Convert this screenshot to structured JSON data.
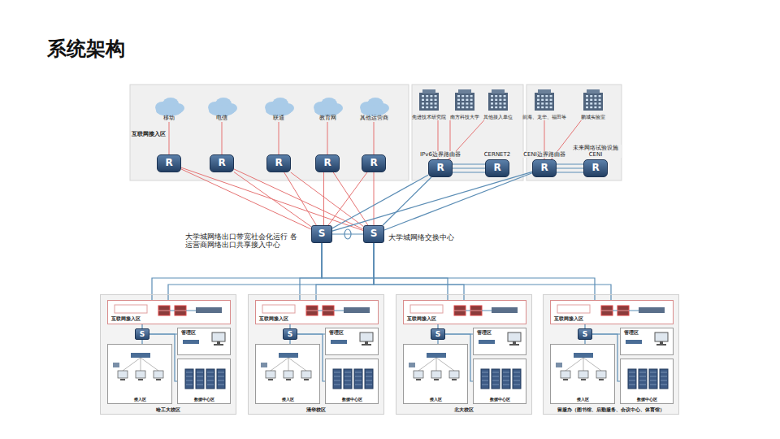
{
  "diagram": {
    "title": "系统架构",
    "nodes": [
      {
        "text": [
          "移动"
        ]
      },
      {
        "text": [
          "电信"
        ]
      },
      {
        "text": [
          "联通"
        ]
      },
      {
        "text": [
          "教育网"
        ]
      },
      {
        "text": [
          "其他运营商"
        ]
      },
      {
        "text": [
          "R"
        ]
      },
      {
        "text": [
          "R"
        ]
      },
      {
        "text": [
          "R"
        ]
      },
      {
        "text": [
          "R"
        ]
      },
      {
        "text": [
          "R"
        ]
      },
      {
        "text": [
          "先进技术研究院"
        ]
      },
      {
        "text": [
          "南方科技大学"
        ]
      },
      {
        "text": [
          "其他接入单位"
        ]
      },
      {
        "text": [
          "IPv6边界路由器",
          "R"
        ]
      },
      {
        "text": [
          "CERNET2",
          "R"
        ]
      },
      {
        "text": [
          "前海、龙华、福田等"
        ]
      },
      {
        "text": [
          "鹏城实验室"
        ]
      },
      {
        "text": [
          "CENI边界路由器",
          "R"
        ]
      },
      {
        "text": [
          "未来网络试验设施 CENI",
          "R"
        ]
      },
      {
        "text": [
          "大学城网络出口带宽社会化运行 各运营商网络出口共享接入中心",
          "S"
        ]
      },
      {
        "text": [
          "S",
          "大学城网络交换中心"
        ]
      },
      {
        "text": [
          "哈工大校区"
        ]
      },
      {
        "text": [
          "互联网接入区"
        ],
        "in": 21
      },
      {
        "text": [
          "S"
        ],
        "in": 21
      },
      {
        "text": [
          "管理区"
        ],
        "in": 21
      },
      {
        "text": [
          "接入区"
        ],
        "in": 21
      },
      {
        "text": [
          "数据中心区"
        ],
        "in": 21
      },
      {
        "text": [
          "清华校区"
        ]
      },
      {
        "text": [
          "互联网接入区"
        ],
        "in": 27
      },
      {
        "text": [
          "S"
        ],
        "in": 27
      },
      {
        "text": [
          "管理区"
        ],
        "in": 27
      },
      {
        "text": [
          "接入区"
        ],
        "in": 27
      },
      {
        "text": [
          "数据中心区"
        ],
        "in": 27
      },
      {
        "text": [
          "北大校区"
        ]
      },
      {
        "text": [
          "互联网接入区"
        ],
        "in": 33
      },
      {
        "text": [
          "S"
        ],
        "in": 33
      },
      {
        "text": [
          "管理区"
        ],
        "in": 33
      },
      {
        "text": [
          "接入区"
        ],
        "in": 33
      },
      {
        "text": [
          "数据中心区"
        ],
        "in": 33
      },
      {
        "text": [
          "留服办（图书馆、后勤服务、会议中心、体育馆）"
        ]
      },
      {
        "text": [
          "互联网接入区"
        ],
        "in": 39
      },
      {
        "text": [
          "S"
        ],
        "in": 39
      },
      {
        "text": [
          "管理区"
        ],
        "in": 39
      },
      {
        "text": [
          "接入区"
        ],
        "in": 39
      },
      {
        "text": [
          "数据中心区"
        ],
        "in": 39
      }
    ],
    "edges": [
      {
        "from": 0,
        "to": 5,
        "arrow": "none"
      },
      {
        "from": 1,
        "to": 6,
        "arrow": "none"
      },
      {
        "from": 2,
        "to": 7,
        "arrow": "none"
      },
      {
        "from": 3,
        "to": 8,
        "arrow": "none"
      },
      {
        "from": 4,
        "to": 9,
        "arrow": "none"
      },
      {
        "from": 5,
        "to": 19,
        "arrow": "none"
      },
      {
        "from": 5,
        "to": 20,
        "arrow": "none"
      },
      {
        "from": 6,
        "to": 19,
        "arrow": "none"
      },
      {
        "from": 6,
        "to": 20,
        "arrow": "none"
      },
      {
        "from": 7,
        "to": 19,
        "arrow": "none"
      },
      {
        "from": 7,
        "to": 20,
        "arrow": "none"
      },
      {
        "from": 8,
        "to": 19,
        "arrow": "none"
      },
      {
        "from": 8,
        "to": 20,
        "arrow": "none"
      },
      {
        "from": 9,
        "to": 19,
        "arrow": "none"
      },
      {
        "from": 9,
        "to": 20,
        "arrow": "none"
      },
      {
        "from": 10,
        "to": 13,
        "arrow": "none"
      },
      {
        "from": 11,
        "to": 13,
        "arrow": "none"
      },
      {
        "from": 12,
        "to": 13,
        "arrow": "none"
      },
      {
        "from": 13,
        "to": 14,
        "arrow": "none"
      },
      {
        "from": 15,
        "to": 17,
        "arrow": "none"
      },
      {
        "from": 16,
        "to": 17,
        "arrow": "none"
      },
      {
        "from": 17,
        "to": 18,
        "arrow": "none"
      },
      {
        "from": 13,
        "to": 19,
        "arrow": "none"
      },
      {
        "from": 13,
        "to": 20,
        "arrow": "none"
      },
      {
        "from": 17,
        "to": 19,
        "arrow": "none"
      },
      {
        "from": 17,
        "to": 20,
        "arrow": "none"
      },
      {
        "from": 19,
        "to": 20,
        "arrow": "none"
      },
      {
        "from": 19,
        "to": 22,
        "arrow": "none"
      },
      {
        "from": 20,
        "to": 22,
        "arrow": "none"
      },
      {
        "from": 19,
        "to": 28,
        "arrow": "none"
      },
      {
        "from": 20,
        "to": 28,
        "arrow": "none"
      },
      {
        "from": 19,
        "to": 34,
        "arrow": "none"
      },
      {
        "from": 20,
        "to": 34,
        "arrow": "none"
      },
      {
        "from": 19,
        "to": 40,
        "arrow": "none"
      },
      {
        "from": 20,
        "to": 40,
        "arrow": "none"
      },
      {
        "from": 22,
        "to": 23,
        "arrow": "none"
      },
      {
        "from": 23,
        "to": 24,
        "arrow": "none"
      },
      {
        "from": 23,
        "to": 25,
        "arrow": "none"
      },
      {
        "from": 23,
        "to": 26,
        "arrow": "none"
      },
      {
        "from": 28,
        "to": 29,
        "arrow": "none"
      },
      {
        "from": 29,
        "to": 30,
        "arrow": "none"
      },
      {
        "from": 29,
        "to": 31,
        "arrow": "none"
      },
      {
        "from": 29,
        "to": 32,
        "arrow": "none"
      },
      {
        "from": 34,
        "to": 35,
        "arrow": "none"
      },
      {
        "from": 35,
        "to": 36,
        "arrow": "none"
      },
      {
        "from": 35,
        "to": 37,
        "arrow": "none"
      },
      {
        "from": 35,
        "to": 38,
        "arrow": "none"
      },
      {
        "from": 40,
        "to": 41,
        "arrow": "none"
      },
      {
        "from": 41,
        "to": 42,
        "arrow": "none"
      },
      {
        "from": 41,
        "to": 43,
        "arrow": "none"
      },
      {
        "from": 41,
        "to": 44,
        "arrow": "none"
      }
    ],
    "labels": [
      "互联网接入区"
    ]
  }
}
